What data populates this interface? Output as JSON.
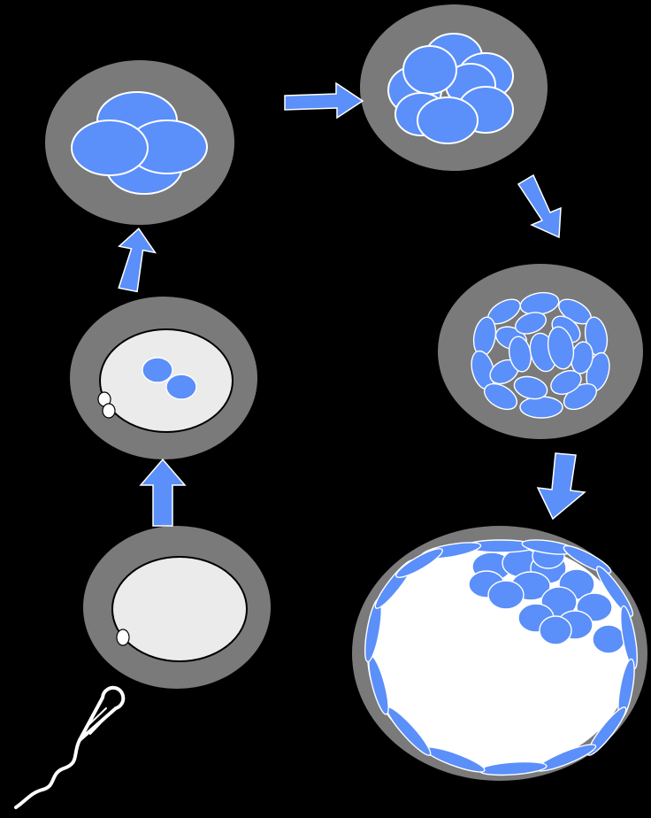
{
  "diagram": {
    "background": "#000000",
    "colors": {
      "cell_fill": "#5b8ff9",
      "cell_outline": "#ffffff",
      "zona_pellucida": "#7a7a7a",
      "ooplasm": "#ebebeb",
      "arrow": "#5b8ff9",
      "sperm": "#ffffff"
    },
    "stages": [
      {
        "id": "fertilization",
        "icon": "egg-with-sperm-icon"
      },
      {
        "id": "zygote-pronuclei",
        "icon": "zygote-icon"
      },
      {
        "id": "four-cell",
        "icon": "four-cell-embryo-icon"
      },
      {
        "id": "eight-cell",
        "icon": "eight-cell-embryo-icon"
      },
      {
        "id": "morula",
        "icon": "morula-icon"
      },
      {
        "id": "blastocyst",
        "icon": "blastocyst-icon"
      }
    ],
    "arrows": [
      {
        "from": "fertilization",
        "to": "zygote-pronuclei"
      },
      {
        "from": "zygote-pronuclei",
        "to": "four-cell"
      },
      {
        "from": "four-cell",
        "to": "eight-cell"
      },
      {
        "from": "eight-cell",
        "to": "morula"
      },
      {
        "from": "morula",
        "to": "blastocyst"
      }
    ]
  }
}
